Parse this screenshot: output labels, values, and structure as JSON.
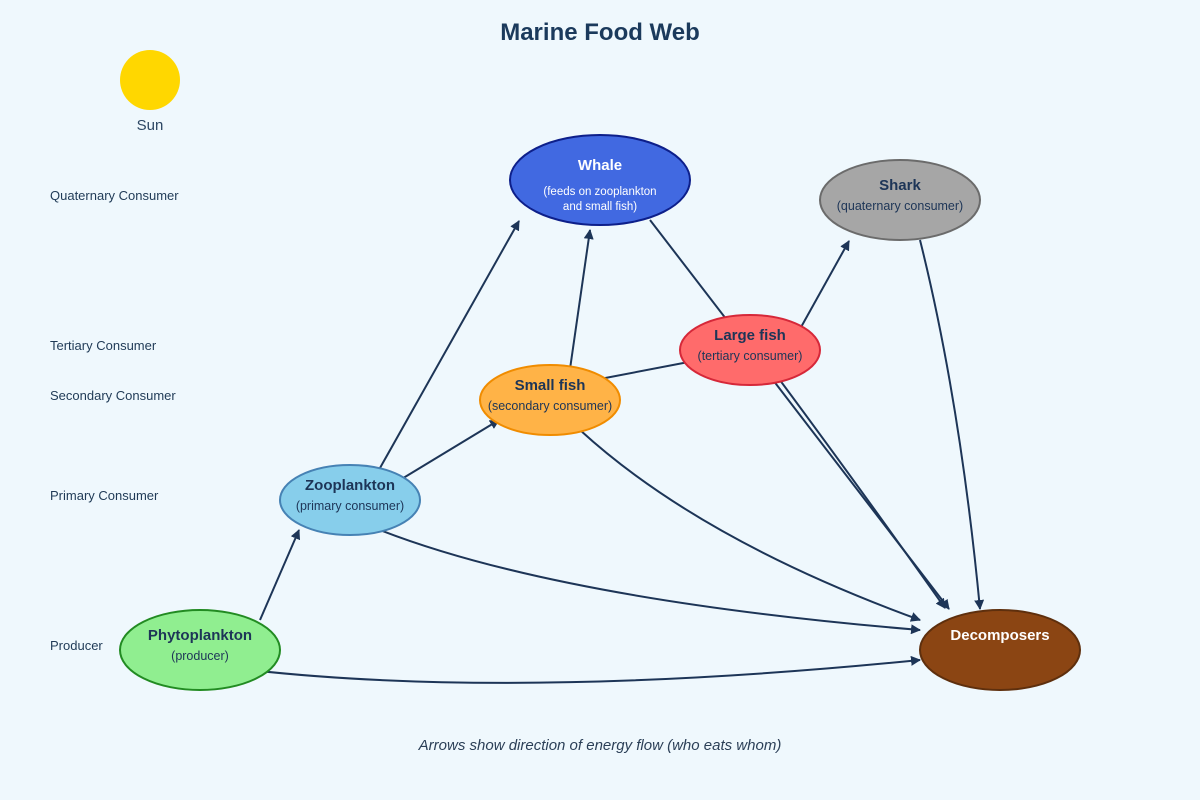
{
  "title": "Marine Food Web",
  "sun": {
    "label": "Sun",
    "color": "#ffd700"
  },
  "levels": {
    "quaternary": "Quaternary Consumer",
    "tertiary": "Tertiary Consumer",
    "secondary": "Secondary Consumer",
    "primary": "Primary Consumer",
    "producer": "Producer"
  },
  "nodes": {
    "whale": {
      "name": "Whale",
      "sub_line1": "(feeds on zooplankton",
      "sub_line2": "and small fish)",
      "fill": "#4169e1",
      "stroke": "#0d1f8a"
    },
    "shark": {
      "name": "Shark",
      "sub": "(quaternary consumer)",
      "fill": "#a6a6a6",
      "stroke": "#6b6b6b"
    },
    "large_fish": {
      "name": "Large fish",
      "sub": "(tertiary consumer)",
      "fill": "#ff6b6b",
      "stroke": "#d62839"
    },
    "small_fish": {
      "name": "Small fish",
      "sub": "(secondary consumer)",
      "fill": "#ffb347",
      "stroke": "#f08c00"
    },
    "zooplankton": {
      "name": "Zooplankton",
      "sub": "(primary consumer)",
      "fill": "#87ceeb",
      "stroke": "#4682b4"
    },
    "phytoplankton": {
      "name": "Phytoplankton",
      "sub": "(producer)",
      "fill": "#90ee90",
      "stroke": "#228b22"
    },
    "decomposers": {
      "name": "Decomposers",
      "fill": "#8b4513",
      "stroke": "#5e2f0d"
    }
  },
  "edges": [
    {
      "from": "phytoplankton",
      "to": "zooplankton"
    },
    {
      "from": "zooplankton",
      "to": "small_fish"
    },
    {
      "from": "zooplankton",
      "to": "whale"
    },
    {
      "from": "small_fish",
      "to": "whale"
    },
    {
      "from": "small_fish",
      "to": "large_fish"
    },
    {
      "from": "large_fish",
      "to": "shark"
    },
    {
      "from": "whale",
      "to": "decomposers"
    },
    {
      "from": "shark",
      "to": "decomposers"
    },
    {
      "from": "large_fish",
      "to": "decomposers"
    },
    {
      "from": "small_fish",
      "to": "decomposers"
    },
    {
      "from": "zooplankton",
      "to": "decomposers"
    },
    {
      "from": "phytoplankton",
      "to": "decomposers"
    }
  ],
  "caption": "Arrows show direction of energy flow (who eats whom)"
}
